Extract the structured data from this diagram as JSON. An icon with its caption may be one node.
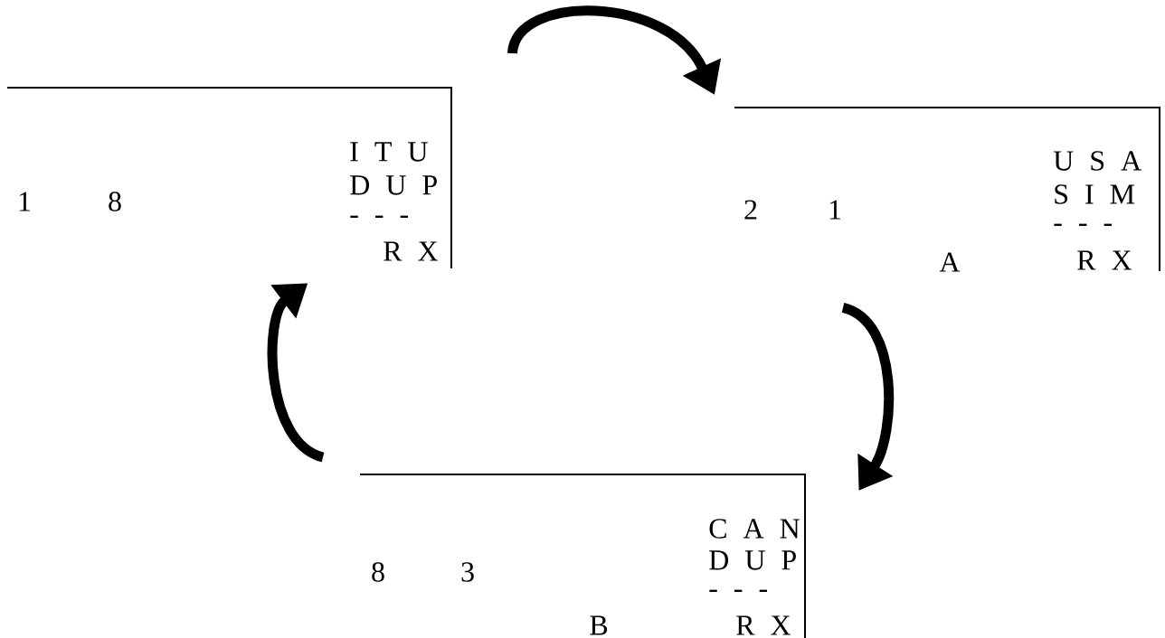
{
  "diagram": {
    "nodes": [
      {
        "text": [
          "1",
          "8",
          "I T U",
          "D U P",
          "- - -",
          "R X"
        ]
      },
      {
        "text": [
          "2",
          "1",
          "A",
          "U S A",
          "S I M",
          "- - -",
          "R X"
        ]
      },
      {
        "text": [
          "8",
          "3",
          "B",
          "C A N",
          "D U P",
          "- - -",
          "R X"
        ]
      }
    ],
    "edges": [
      {
        "from": 0,
        "to": 1,
        "arrow": "to"
      },
      {
        "from": 1,
        "to": 2,
        "arrow": "to"
      },
      {
        "from": 2,
        "to": 0,
        "arrow": "to"
      }
    ]
  }
}
